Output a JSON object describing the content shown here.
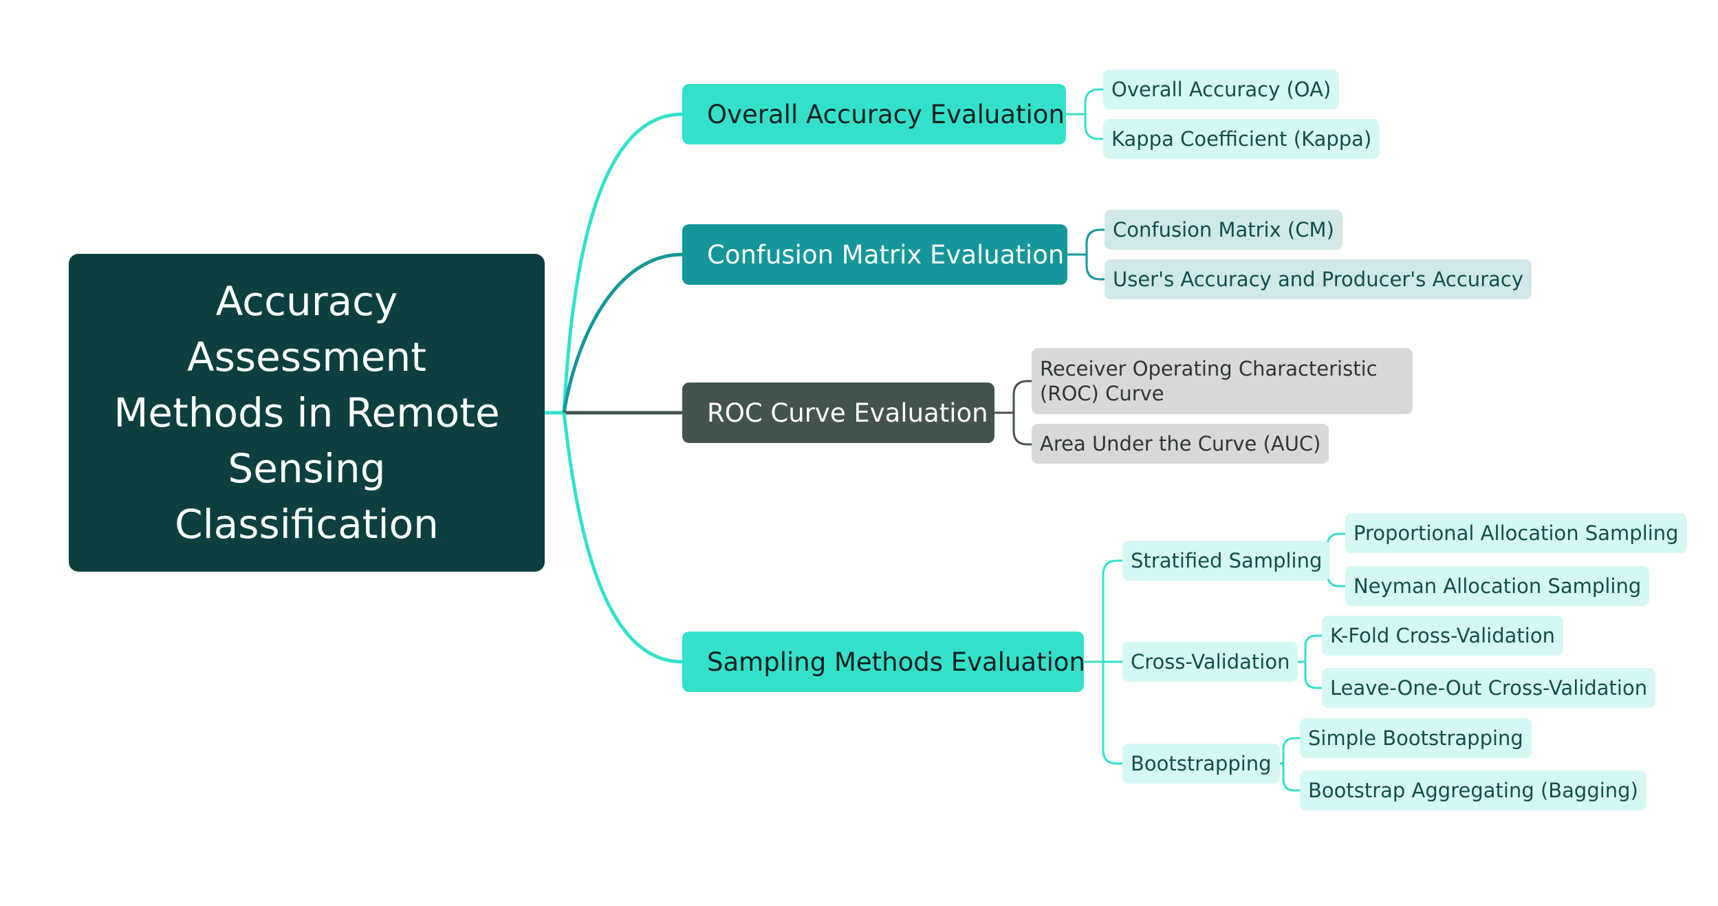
{
  "root": {
    "line1": "Accuracy",
    "line2": "Assessment",
    "line3": "Methods in Remote",
    "line4": "Sensing",
    "line5": "Classification"
  },
  "branches": {
    "overall": {
      "label": "Overall Accuracy Evaluation",
      "children": [
        "Overall Accuracy (OA)",
        "Kappa Coefficient (Kappa)"
      ]
    },
    "confusion": {
      "label": "Confusion Matrix Evaluation",
      "children": [
        "Confusion Matrix (CM)",
        "User's Accuracy and Producer's Accuracy"
      ]
    },
    "roc": {
      "label": "ROC Curve Evaluation",
      "children": [
        "Receiver Operating Characteristic (ROC) Curve",
        "Area Under the Curve (AUC)"
      ]
    },
    "sampling": {
      "label": "Sampling Methods Evaluation",
      "subgroups": {
        "stratified": {
          "label": "Stratified Sampling",
          "children": [
            "Proportional Allocation Sampling",
            "Neyman Allocation Sampling"
          ]
        },
        "crossval": {
          "label": "Cross-Validation",
          "children": [
            "K-Fold Cross-Validation",
            "Leave-One-Out Cross-Validation"
          ]
        },
        "bootstrap": {
          "label": "Bootstrapping",
          "children": [
            "Simple Bootstrapping",
            "Bootstrap Aggregating (Bagging)"
          ]
        }
      }
    }
  },
  "colors": {
    "root": "#0e3f40",
    "teal": "#33e1ca",
    "dark_teal": "#14969a",
    "grey": "#435350",
    "mint_leaf": "#d6f8f4",
    "dteal_leaf": "#d0e8e8",
    "grey_leaf": "#d8d8d8"
  }
}
